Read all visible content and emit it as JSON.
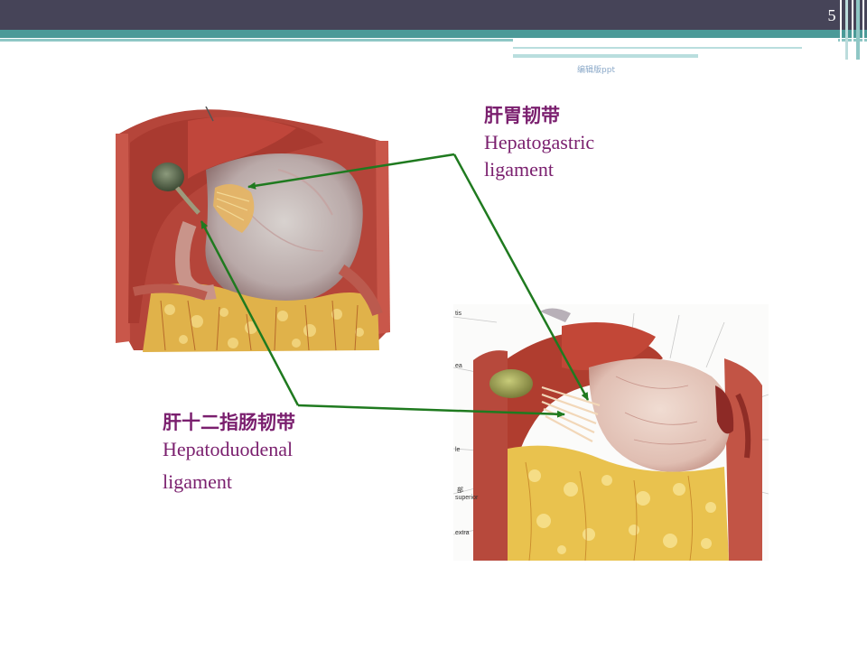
{
  "slide": {
    "page_number": "5",
    "watermark": "编辑版ppt"
  },
  "labels": {
    "hepatogastric": {
      "chinese": "肝胃韧带",
      "english_line1": "Hepatogastric",
      "english_line2": "ligament"
    },
    "hepatoduodenal": {
      "chinese": "肝十二指肠韧带",
      "english_line1": "Hepatoduodenal",
      "english_line2": "ligament"
    }
  },
  "figure2_side_labels": [
    "tis",
    "ea",
    "le",
    "部",
    "superior",
    "extra"
  ],
  "colors": {
    "label_text": "#7a1f6e",
    "arrow": "#1f7a1f",
    "topbar": "#464458",
    "teal": "#4b9a98"
  }
}
